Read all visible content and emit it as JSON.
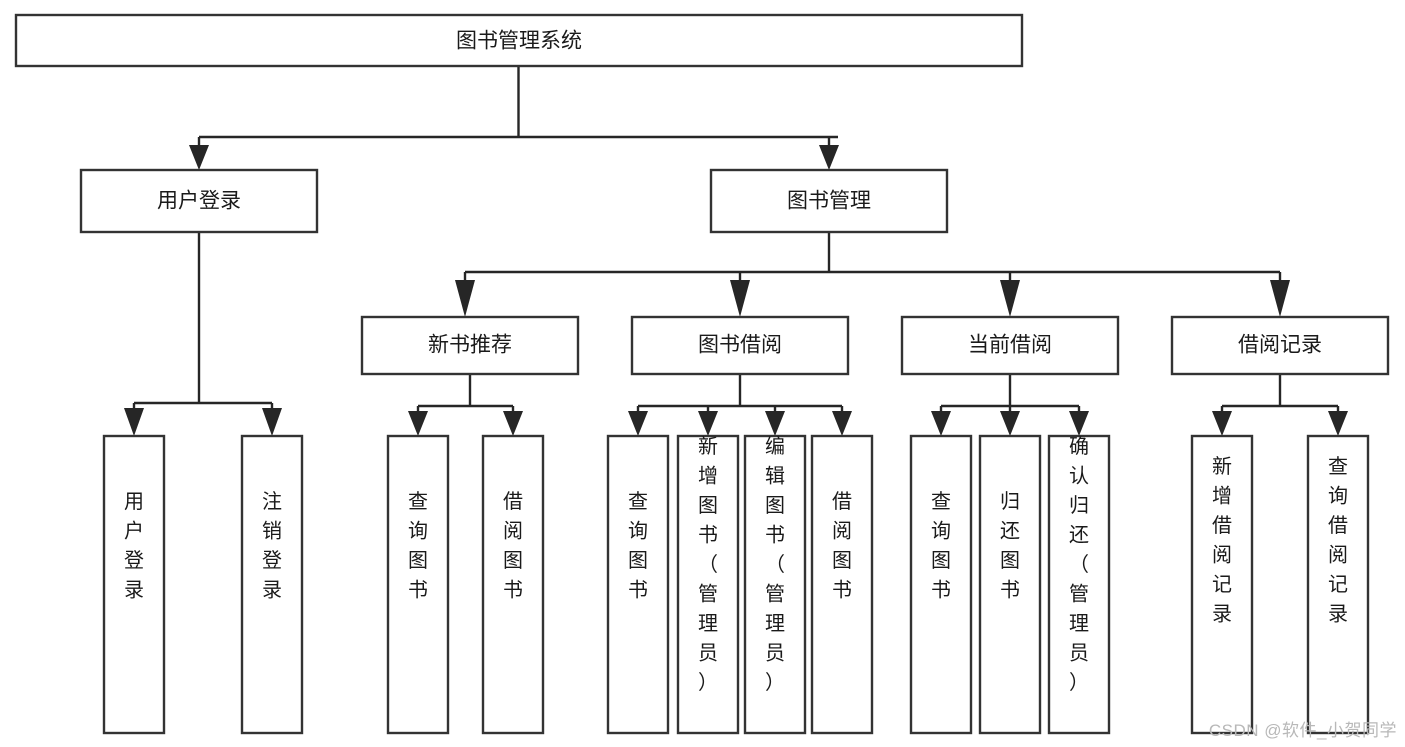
{
  "diagram": {
    "type": "tree-hierarchy-diagram",
    "title": "图书管理系统",
    "watermark": "CSDN @软件_小贺同学",
    "colors": {
      "background": "#ffffff",
      "box_stroke": "#333333",
      "connector": "#262626",
      "text": "#1a1a1a",
      "watermark": "#b8b8b8"
    },
    "levels": {
      "level1": [
        {
          "id": "root",
          "label": "图书管理系统"
        }
      ],
      "level2": [
        {
          "id": "user-login",
          "label": "用户登录",
          "parent": "root"
        },
        {
          "id": "book-management",
          "label": "图书管理",
          "parent": "root"
        }
      ],
      "level3": [
        {
          "id": "new-book-recommend",
          "label": "新书推荐",
          "parent": "book-management"
        },
        {
          "id": "book-borrow",
          "label": "图书借阅",
          "parent": "book-management"
        },
        {
          "id": "current-borrow",
          "label": "当前借阅",
          "parent": "book-management"
        },
        {
          "id": "borrow-record",
          "label": "借阅记录",
          "parent": "book-management"
        }
      ],
      "leaves": [
        {
          "id": "leaf-user-login",
          "label": "用户登录",
          "parent": "user-login"
        },
        {
          "id": "leaf-logout-login",
          "label": "注销登录",
          "parent": "user-login"
        },
        {
          "id": "leaf-query-book-1",
          "label": "查询图书",
          "parent": "new-book-recommend"
        },
        {
          "id": "leaf-borrow-book-1",
          "label": "借阅图书",
          "parent": "new-book-recommend"
        },
        {
          "id": "leaf-query-book-2",
          "label": "查询图书",
          "parent": "book-borrow"
        },
        {
          "id": "leaf-add-book",
          "label": "新增图书（管理员）",
          "parent": "book-borrow"
        },
        {
          "id": "leaf-edit-book",
          "label": "编辑图书（管理员）",
          "parent": "book-borrow"
        },
        {
          "id": "leaf-borrow-book-2",
          "label": "借阅图书",
          "parent": "book-borrow"
        },
        {
          "id": "leaf-query-book-3",
          "label": "查询图书",
          "parent": "current-borrow"
        },
        {
          "id": "leaf-return-book",
          "label": "归还图书",
          "parent": "current-borrow"
        },
        {
          "id": "leaf-confirm-return",
          "label": "确认归还（管理员）",
          "parent": "current-borrow"
        },
        {
          "id": "leaf-add-borrow-record",
          "label": "新增借阅记录",
          "parent": "borrow-record"
        },
        {
          "id": "leaf-query-borrow-record",
          "label": "查询借阅记录",
          "parent": "borrow-record"
        }
      ]
    }
  }
}
